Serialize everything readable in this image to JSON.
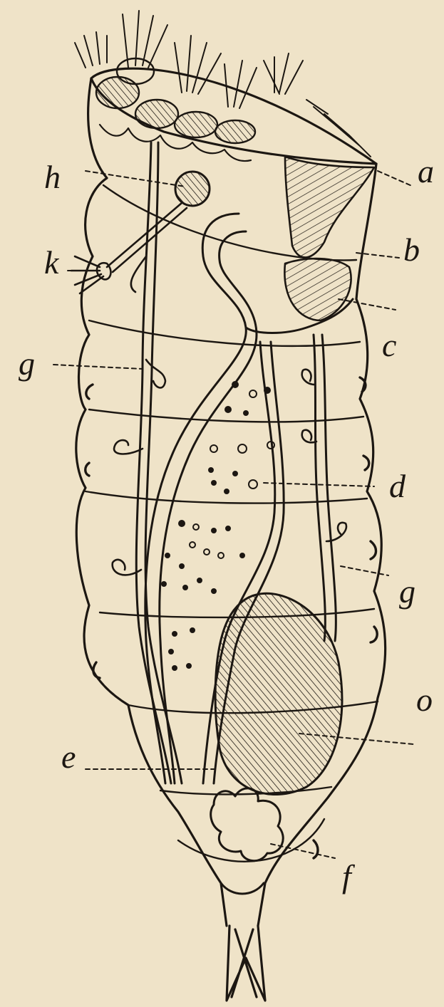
{
  "figure": {
    "paper_color": "#efe3c8",
    "ink_color": "#1c1712",
    "labels": {
      "a": "a",
      "b": "b",
      "c": "c",
      "d": "d",
      "e": "e",
      "f": "f",
      "g_left": "g",
      "g_right": "g",
      "h": "h",
      "k": "k",
      "o": "o"
    }
  }
}
